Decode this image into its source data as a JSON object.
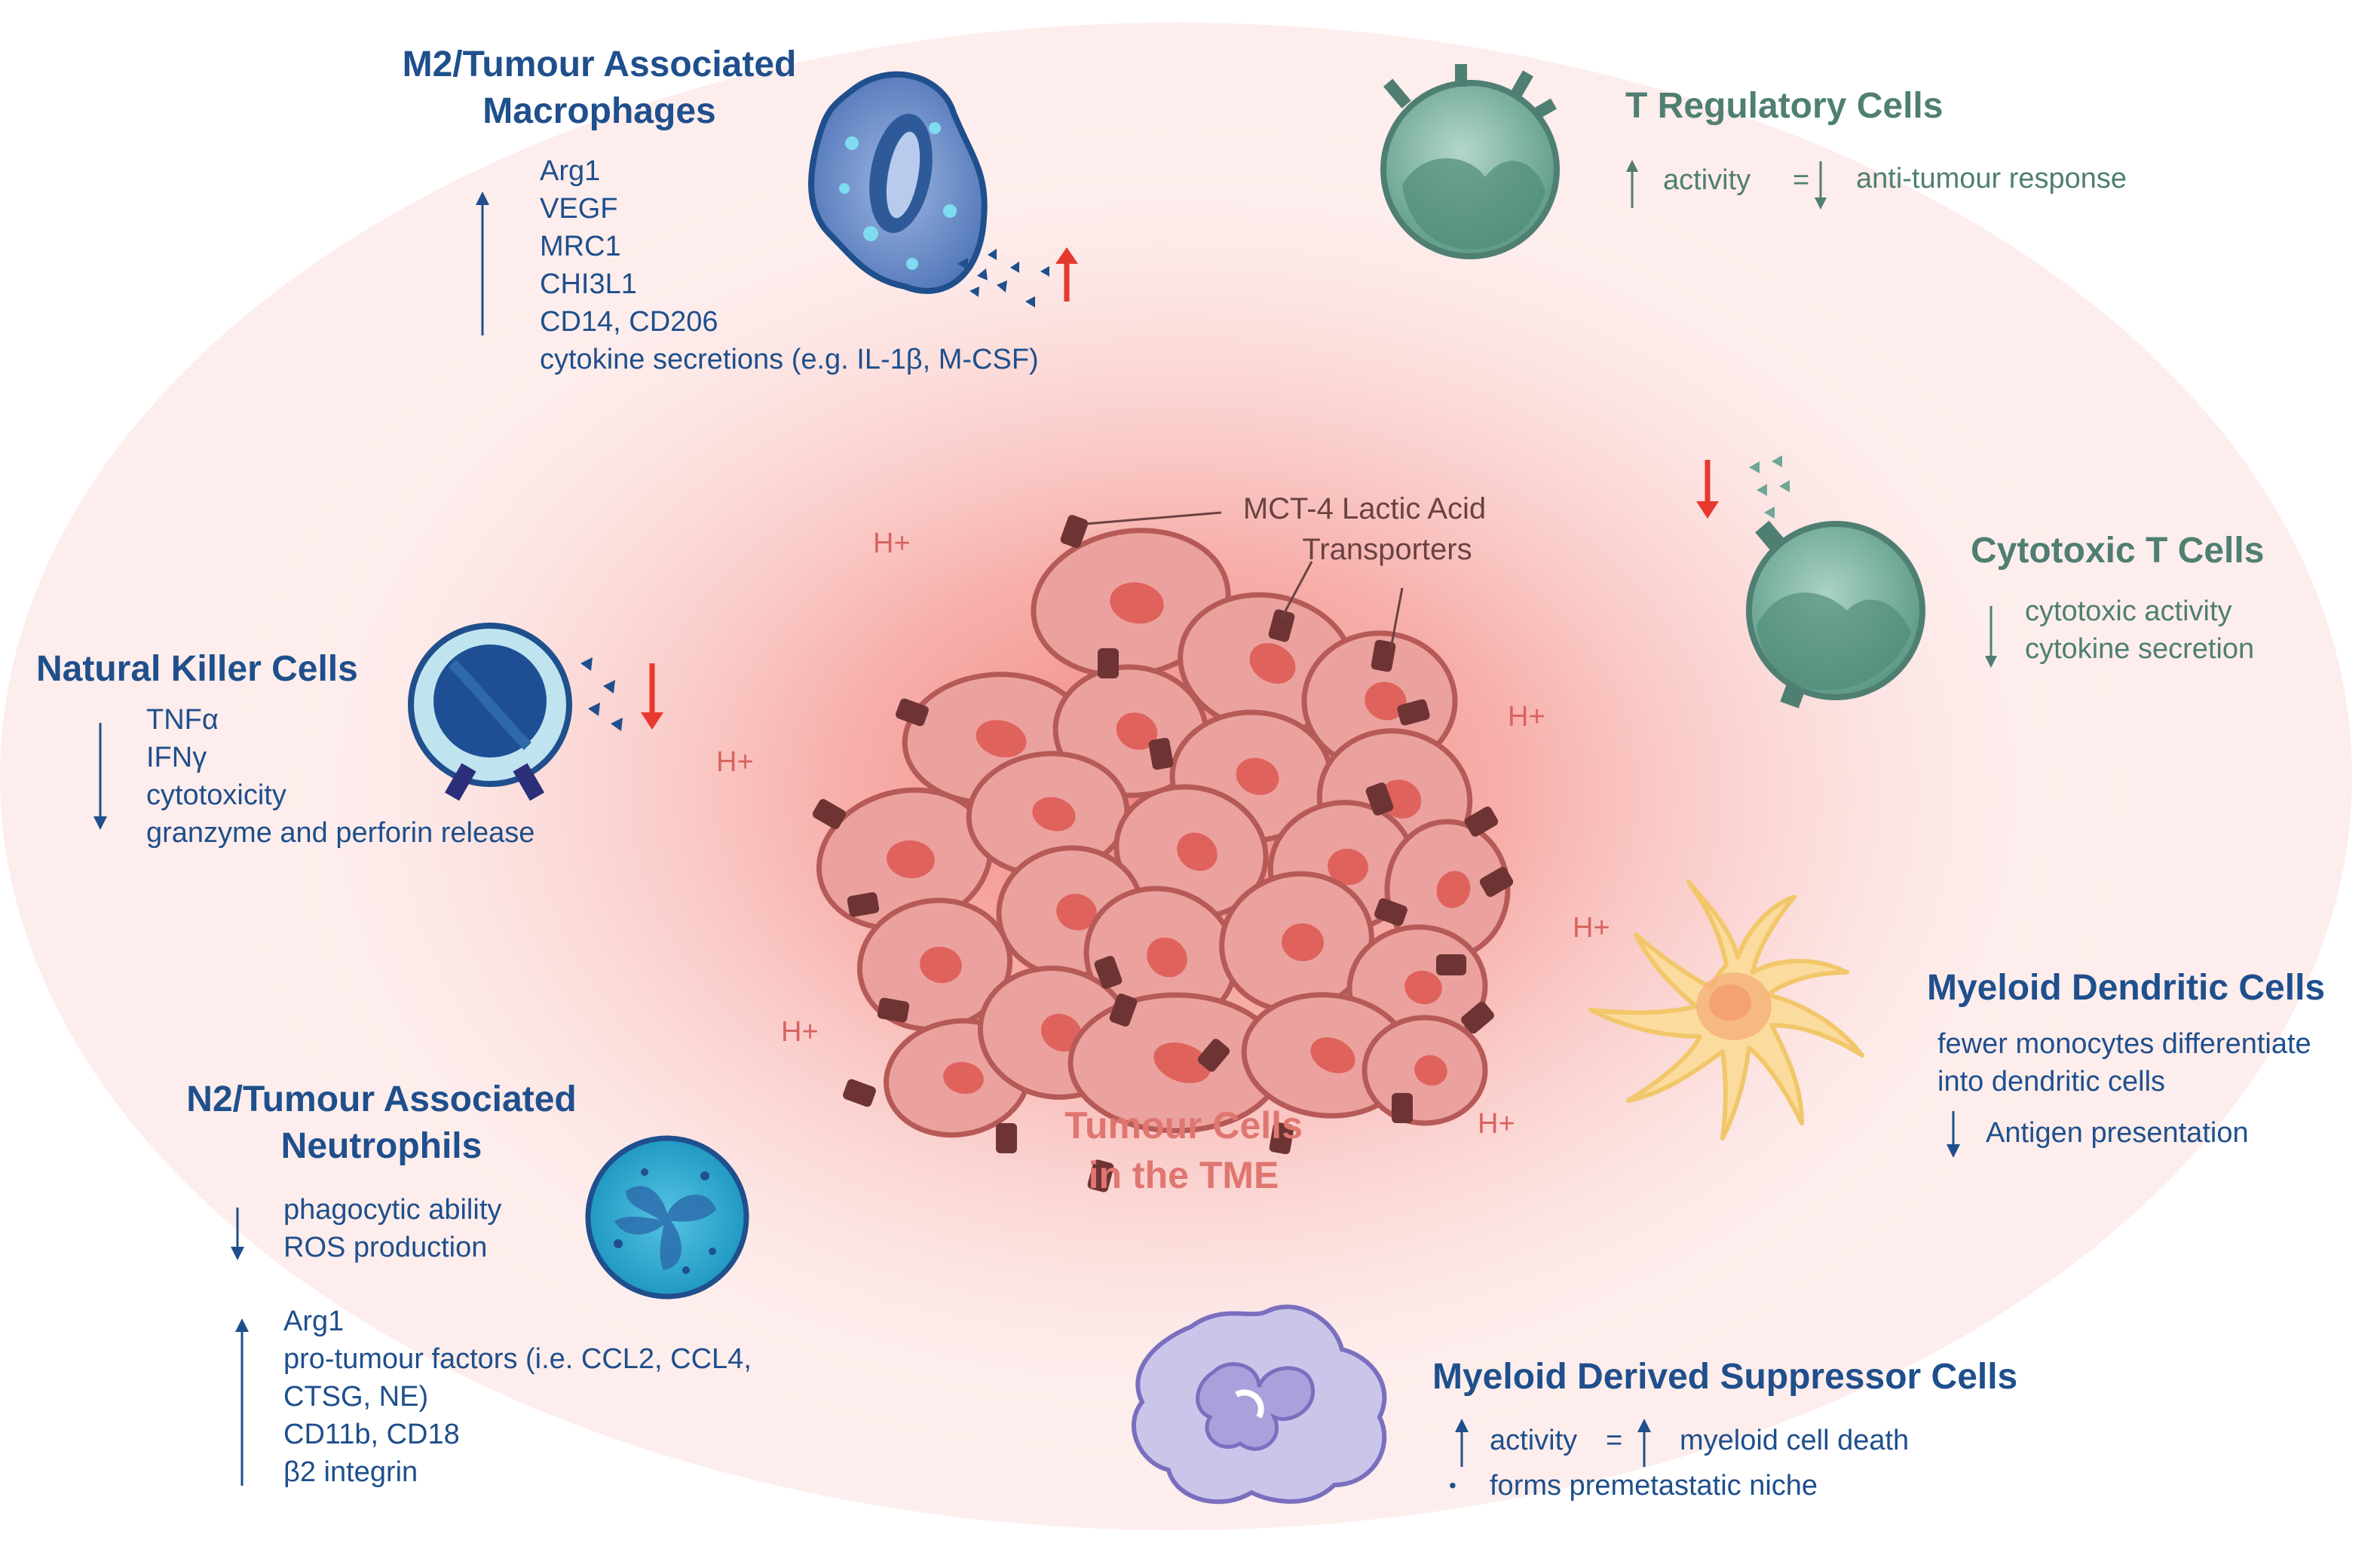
{
  "center": {
    "line1": "Tumour Cells",
    "line2": "in the TME",
    "mct_line1": "MCT-4 Lactic Acid",
    "mct_line2": "Transporters",
    "hplus": "H+"
  },
  "m2": {
    "title1": "M2/Tumour Associated",
    "title2": "Macrophages",
    "items": [
      "Arg1",
      "VEGF",
      "MRC1",
      "CHI3L1",
      "CD14, CD206",
      "cytokine secretions (e.g. IL-1β, M-CSF)"
    ]
  },
  "treg": {
    "title": "T Regulatory Cells",
    "activity": "activity",
    "equals": "=",
    "response": "anti-tumour response"
  },
  "nk": {
    "title": "Natural Killer Cells",
    "items": [
      "TNFα",
      "IFNγ",
      "cytotoxicity",
      "granzyme and perforin release"
    ]
  },
  "ctl": {
    "title": "Cytotoxic T Cells",
    "items": [
      "cytotoxic activity",
      "cytokine secretion"
    ]
  },
  "mdc": {
    "title": "Myeloid Dendritic Cells",
    "line1": "fewer monocytes differentiate",
    "line2": "into dendritic cells",
    "antigen": "Antigen presentation"
  },
  "n2": {
    "title1": "N2/Tumour Associated",
    "title2": "Neutrophils",
    "down_items": [
      "phagocytic ability",
      "ROS production"
    ],
    "up_items": [
      "Arg1",
      "pro-tumour factors (i.e. CCL2, CCL4,",
      "CTSG, NE)",
      "CD11b, CD18",
      "β2 integrin"
    ]
  },
  "mdsc": {
    "title": "Myeloid Derived Suppressor Cells",
    "activity": "activity",
    "equals": "=",
    "death": "myeloid cell death",
    "bullet": "•",
    "niche": "forms premetastatic niche"
  },
  "colors": {
    "navy": "#1f4f8c",
    "green": "#4f7f72",
    "tumour_fill": "#eba29e",
    "tumour_stroke": "#b65a57",
    "nucleus": "#e0625d",
    "transporter": "#6e3434",
    "red_arrow": "#e8392e",
    "glow": "#f5938d"
  },
  "icons": {
    "macrophage": "macrophage-cell-icon",
    "treg": "t-regulatory-cell-icon",
    "nk": "natural-killer-cell-icon",
    "ctl": "cytotoxic-t-cell-icon",
    "dendritic": "dendritic-cell-icon",
    "neutrophil": "neutrophil-cell-icon",
    "mdsc": "mdsc-cell-icon"
  }
}
